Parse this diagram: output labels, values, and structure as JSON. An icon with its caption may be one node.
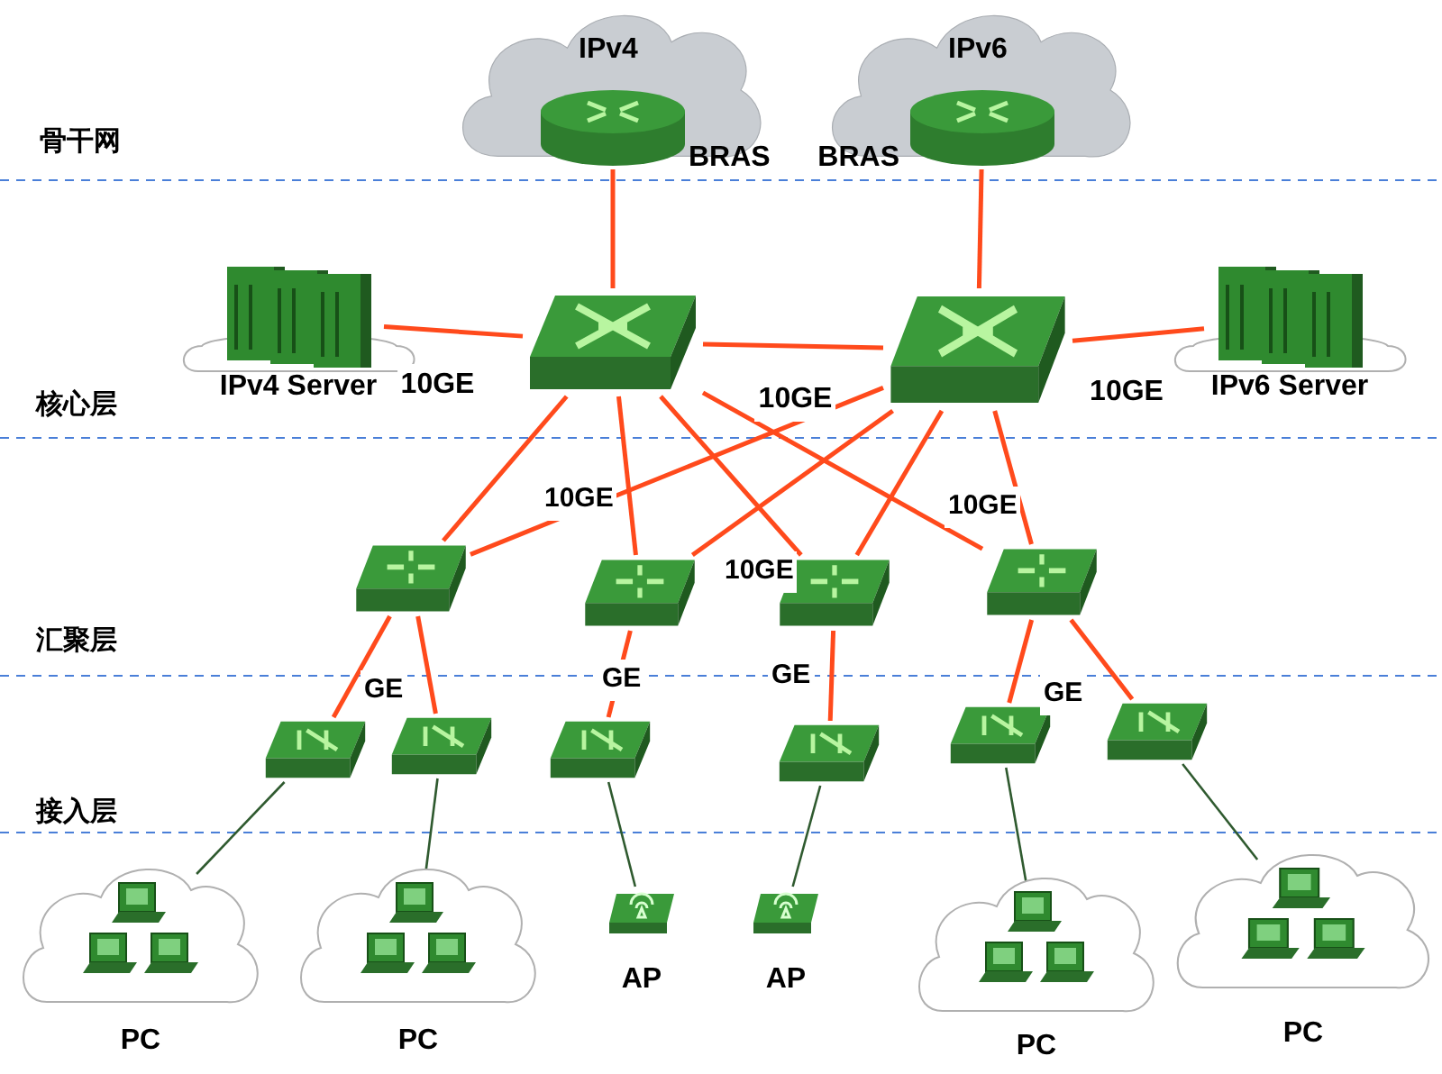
{
  "diagram": {
    "nodes": [
      {
        "text": [
          "IPv4"
        ]
      },
      {
        "text": [],
        "shape": "cylinder",
        "in": 0,
        "beside": [
          "BRAS"
        ]
      },
      {
        "text": [
          "IPv6"
        ]
      },
      {
        "text": [],
        "shape": "cylinder",
        "in": 2,
        "beside": [
          "BRAS"
        ]
      },
      {
        "text": [],
        "shape": "picture"
      },
      {
        "text": [],
        "shape": "picture"
      },
      {
        "text": [
          "IPv4 Server"
        ]
      },
      {
        "text": [
          "IPv6 Server"
        ]
      },
      {
        "text": [],
        "shape": "picture"
      },
      {
        "text": [],
        "shape": "picture"
      },
      {
        "text": [],
        "shape": "picture"
      },
      {
        "text": [],
        "shape": "picture"
      },
      {
        "text": [],
        "shape": "picture"
      },
      {
        "text": [],
        "shape": "picture"
      },
      {
        "text": [],
        "shape": "picture"
      },
      {
        "text": [],
        "shape": "picture"
      },
      {
        "text": [],
        "shape": "picture"
      },
      {
        "text": [],
        "shape": "picture"
      },
      {
        "text": [
          "PC"
        ]
      },
      {
        "text": [
          "PC"
        ]
      },
      {
        "text": [
          "AP"
        ]
      },
      {
        "text": [
          "AP"
        ]
      },
      {
        "text": [
          "PC"
        ]
      },
      {
        "text": [
          "PC"
        ]
      }
    ],
    "edges": [
      {
        "from": 1,
        "to": 4,
        "arrow": "none"
      },
      {
        "from": 3,
        "to": 5,
        "arrow": "none"
      },
      {
        "from": 6,
        "to": 4,
        "arrow": "none",
        "label": "10GE"
      },
      {
        "from": 4,
        "to": 5,
        "arrow": "none",
        "label": "10GE"
      },
      {
        "from": 5,
        "to": 7,
        "arrow": "none",
        "label": "10GE"
      },
      {
        "from": 4,
        "to": 8,
        "arrow": "none"
      },
      {
        "from": 4,
        "to": 9,
        "arrow": "none"
      },
      {
        "from": 4,
        "to": 10,
        "arrow": "none"
      },
      {
        "from": 4,
        "to": 11,
        "arrow": "none"
      },
      {
        "from": 5,
        "to": 8,
        "arrow": "none"
      },
      {
        "from": 5,
        "to": 9,
        "arrow": "none"
      },
      {
        "from": 5,
        "to": 10,
        "arrow": "none"
      },
      {
        "from": 5,
        "to": 11,
        "arrow": "none"
      },
      {
        "from": 8,
        "to": 12,
        "arrow": "none"
      },
      {
        "from": 8,
        "to": 13,
        "arrow": "none"
      },
      {
        "from": 9,
        "to": 14,
        "arrow": "none"
      },
      {
        "from": 10,
        "to": 15,
        "arrow": "none"
      },
      {
        "from": 11,
        "to": 16,
        "arrow": "none"
      },
      {
        "from": 11,
        "to": 17,
        "arrow": "none"
      },
      {
        "from": 12,
        "to": 18,
        "arrow": "none",
        "color": "#2f5a2f"
      },
      {
        "from": 13,
        "to": 19,
        "arrow": "none",
        "color": "#2f5a2f"
      },
      {
        "from": 14,
        "to": 20,
        "arrow": "none",
        "color": "#2f5a2f"
      },
      {
        "from": 15,
        "to": 21,
        "arrow": "none",
        "color": "#2f5a2f"
      },
      {
        "from": 16,
        "to": 22,
        "arrow": "none",
        "color": "#2f5a2f"
      },
      {
        "from": 17,
        "to": 23,
        "arrow": "none",
        "color": "#2f5a2f"
      }
    ],
    "labels": [
      "骨干网",
      "核心层",
      "汇聚层",
      "接入层",
      "10GE",
      "10GE",
      "10GE",
      "GE",
      "GE",
      "GE",
      "GE"
    ]
  }
}
